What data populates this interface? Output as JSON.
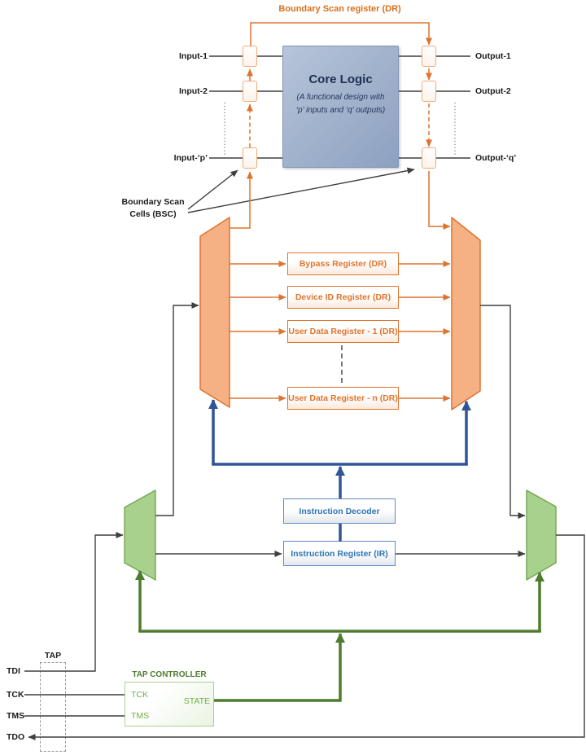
{
  "diagram": {
    "top": {
      "scan_register_label": "Boundary Scan register (DR)",
      "core_logic": {
        "title": "Core Logic",
        "subtitle_line1": "(A functional design with",
        "subtitle_line2": "‘p’ inputs and ‘q’ outputs)"
      },
      "inputs": [
        "Input-1",
        "Input-2",
        "Input-‘p’"
      ],
      "outputs": [
        "Output-1",
        "Output-2",
        "Output-‘q’"
      ],
      "bsc_label_line1": "Boundary Scan",
      "bsc_label_line2": "Cells (BSC)"
    },
    "registers": [
      "Bypass Register (DR)",
      "Device ID Register (DR)",
      "User Data Register - 1 (DR)",
      "User Data Register - n (DR)"
    ],
    "instruction": {
      "decoder": "Instruction Decoder",
      "register": "Instruction Register (IR)"
    },
    "tap": {
      "label": "TAP",
      "controller_title": "TAP CONTROLLER",
      "tck": "TCK",
      "tms": "TMS",
      "state": "STATE"
    },
    "signals": [
      "TDI",
      "TCK",
      "TMS",
      "TDO"
    ],
    "colors": {
      "accent_orange": "#DE742F",
      "light_orange": "#F5B183",
      "accent_blue": "#2F5597",
      "instruction_text": "#2E75B6",
      "accent_green_dark": "#4E7C2F",
      "light_green": "#A9D18E",
      "tap_text_green": "#70AD47",
      "core_fill_blue": "#9DB0CB",
      "wire": "#3F3F3F"
    }
  }
}
